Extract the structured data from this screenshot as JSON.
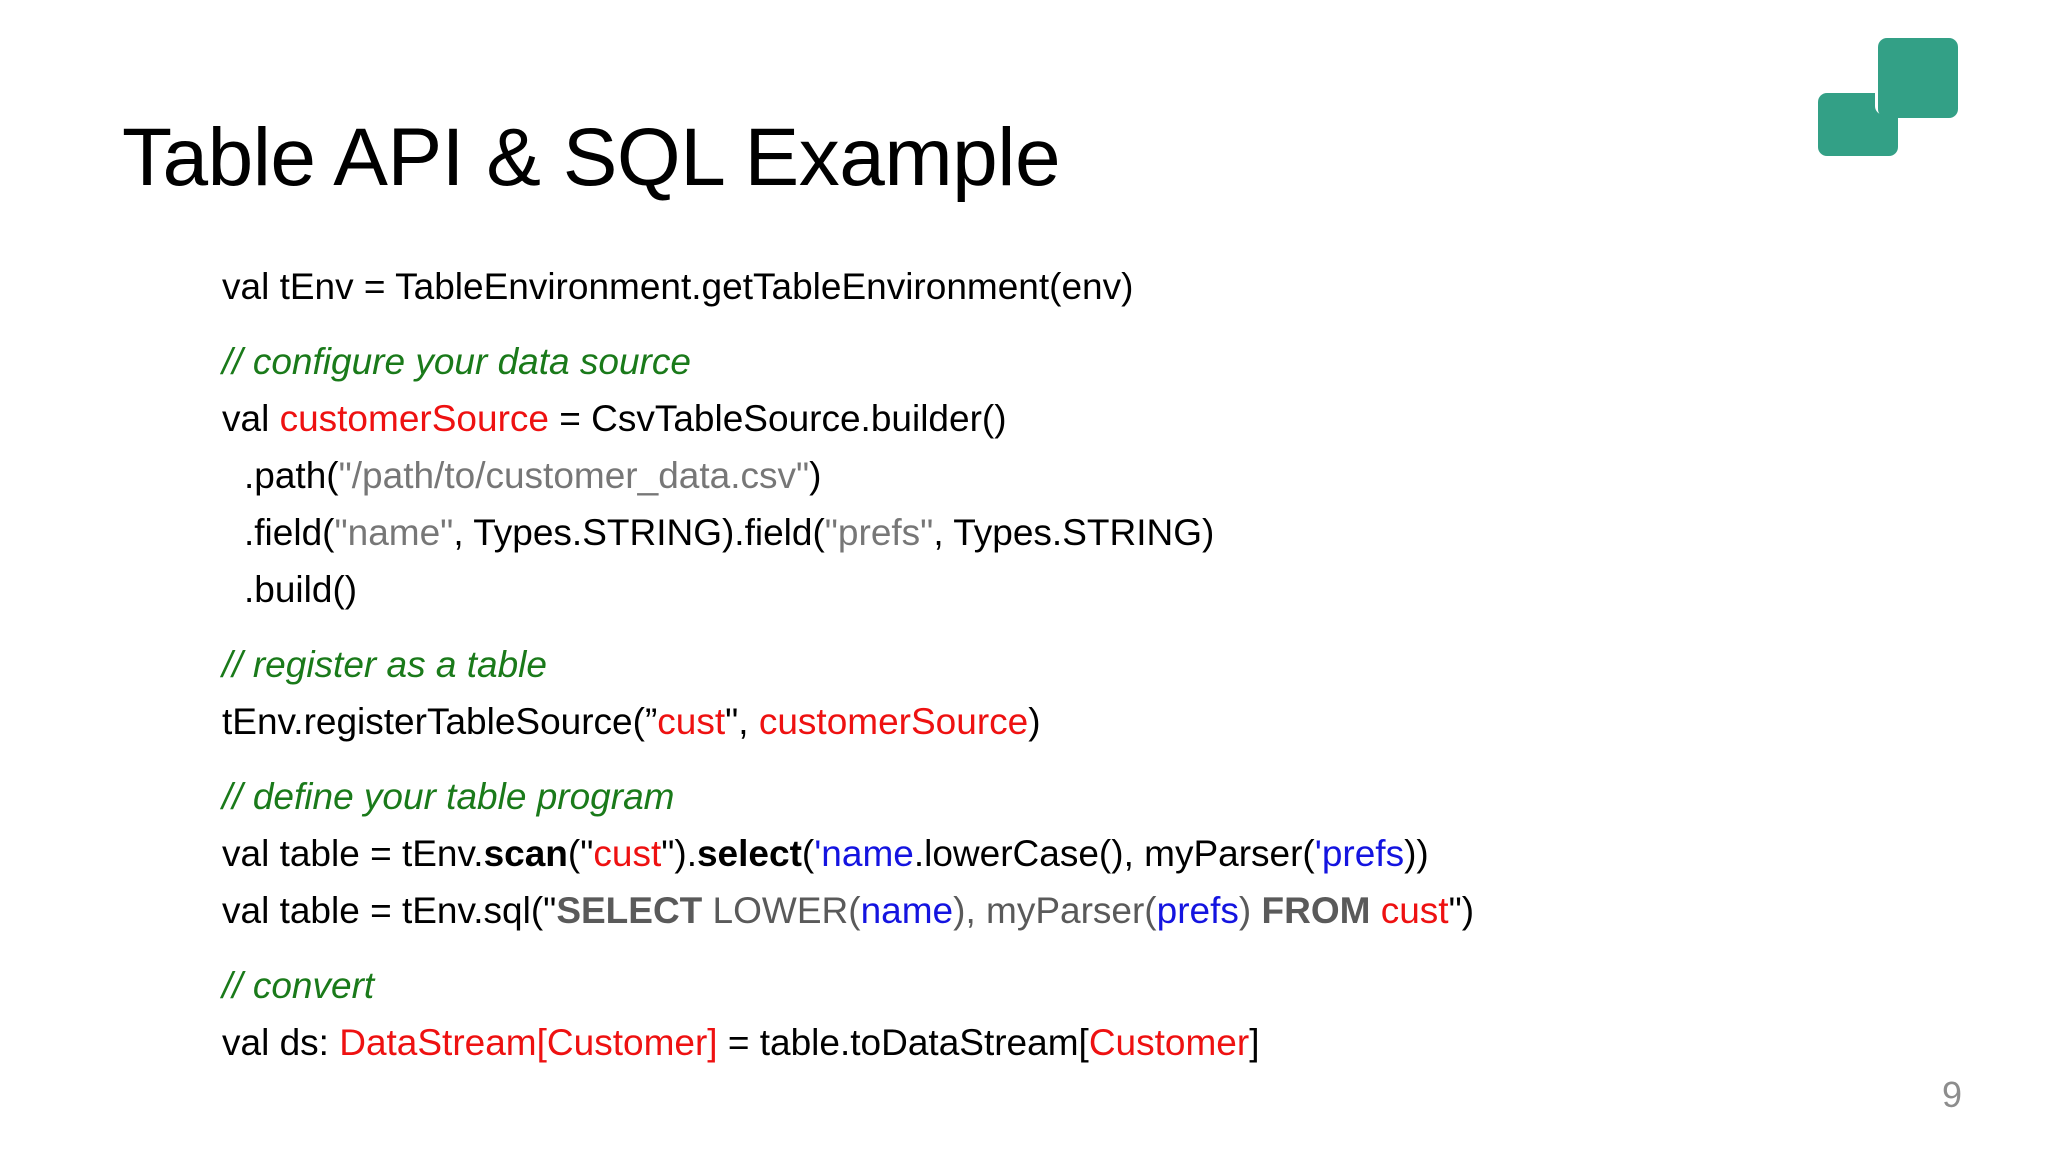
{
  "slide": {
    "title": "Table API & SQL Example",
    "page_number": "9",
    "brand_color": "#33a086"
  },
  "colors": {
    "comment_green": "#1a7a1a",
    "identifier_red": "#ee1111",
    "field_blue": "#1414e0",
    "string_gray": "#777777",
    "sql_keyword_gray": "#5a5a5a",
    "page_number_gray": "#8d8d8d"
  },
  "code": {
    "lines": [
      {
        "id": "line-tenv",
        "indent": false,
        "gap": false,
        "tokens": [
          {
            "text": "val tEnv = TableEnvironment.getTableEnvironment(env)",
            "style": "t-plain"
          }
        ]
      },
      {
        "id": "line-comment-configure",
        "indent": false,
        "gap": true,
        "tokens": [
          {
            "text": "// configure your data source",
            "style": "t-comment"
          }
        ]
      },
      {
        "id": "line-customersource",
        "indent": false,
        "gap": false,
        "tokens": [
          {
            "text": "val ",
            "style": "t-plain"
          },
          {
            "text": "customerSource",
            "style": "t-red"
          },
          {
            "text": " = CsvTableSource.builder()",
            "style": "t-plain"
          }
        ]
      },
      {
        "id": "line-path",
        "indent": true,
        "gap": false,
        "tokens": [
          {
            "text": ".path(",
            "style": "t-plain"
          },
          {
            "text": "\"/path/to/customer_data.csv\"",
            "style": "t-gray"
          },
          {
            "text": ")",
            "style": "t-plain"
          }
        ]
      },
      {
        "id": "line-field",
        "indent": true,
        "gap": false,
        "tokens": [
          {
            "text": ".field(",
            "style": "t-plain"
          },
          {
            "text": "\"name\"",
            "style": "t-gray"
          },
          {
            "text": ", Types.STRING).field(",
            "style": "t-plain"
          },
          {
            "text": "\"prefs\"",
            "style": "t-gray"
          },
          {
            "text": ", Types.STRING)",
            "style": "t-plain"
          }
        ]
      },
      {
        "id": "line-build",
        "indent": true,
        "gap": false,
        "tokens": [
          {
            "text": ".build()",
            "style": "t-plain"
          }
        ]
      },
      {
        "id": "line-comment-register",
        "indent": false,
        "gap": true,
        "tokens": [
          {
            "text": "// register as a table",
            "style": "t-comment"
          }
        ]
      },
      {
        "id": "line-register",
        "indent": false,
        "gap": false,
        "tokens": [
          {
            "text": "tEnv.registerTableSource(”",
            "style": "t-plain"
          },
          {
            "text": "cust",
            "style": "t-red"
          },
          {
            "text": "\"",
            "style": "t-plain"
          },
          {
            "text": ", ",
            "style": "t-plain"
          },
          {
            "text": "customerSource",
            "style": "t-red"
          },
          {
            "text": ")",
            "style": "t-plain"
          }
        ]
      },
      {
        "id": "line-comment-define",
        "indent": false,
        "gap": true,
        "tokens": [
          {
            "text": "// define your table program",
            "style": "t-comment"
          }
        ]
      },
      {
        "id": "line-table-scan",
        "indent": false,
        "gap": false,
        "tokens": [
          {
            "text": "val table = tEnv.",
            "style": "t-plain"
          },
          {
            "text": "scan",
            "style": "t-bold"
          },
          {
            "text": "(\"",
            "style": "t-plain"
          },
          {
            "text": "cust",
            "style": "t-red"
          },
          {
            "text": "\").",
            "style": "t-plain"
          },
          {
            "text": "select",
            "style": "t-bold"
          },
          {
            "text": "(",
            "style": "t-plain"
          },
          {
            "text": "'name",
            "style": "t-blue"
          },
          {
            "text": ".lowerCase(), myParser(",
            "style": "t-plain"
          },
          {
            "text": "'prefs",
            "style": "t-blue"
          },
          {
            "text": "))",
            "style": "t-plain"
          }
        ]
      },
      {
        "id": "line-table-sql",
        "indent": false,
        "gap": false,
        "tokens": [
          {
            "text": "val table = tEnv.sql(\"",
            "style": "t-plain"
          },
          {
            "text": "SELECT",
            "style": "t-sqlkw"
          },
          {
            "text": " LOWER(",
            "style": "t-graydk"
          },
          {
            "text": "name",
            "style": "t-blue"
          },
          {
            "text": "), myParser(",
            "style": "t-graydk"
          },
          {
            "text": "prefs",
            "style": "t-blue"
          },
          {
            "text": ") ",
            "style": "t-graydk"
          },
          {
            "text": "FROM",
            "style": "t-sqlkw"
          },
          {
            "text": " ",
            "style": "t-graydk"
          },
          {
            "text": "cust",
            "style": "t-red"
          },
          {
            "text": "\")",
            "style": "t-plain"
          }
        ]
      },
      {
        "id": "line-comment-convert",
        "indent": false,
        "gap": true,
        "tokens": [
          {
            "text": "// convert",
            "style": "t-comment"
          }
        ]
      },
      {
        "id": "line-todatastream",
        "indent": false,
        "gap": false,
        "tokens": [
          {
            "text": "val ds: ",
            "style": "t-plain"
          },
          {
            "text": "DataStream[Customer]",
            "style": "t-red"
          },
          {
            "text": " = table.toDataStream[",
            "style": "t-plain"
          },
          {
            "text": "Customer",
            "style": "t-red"
          },
          {
            "text": "]",
            "style": "t-plain"
          }
        ]
      }
    ]
  }
}
